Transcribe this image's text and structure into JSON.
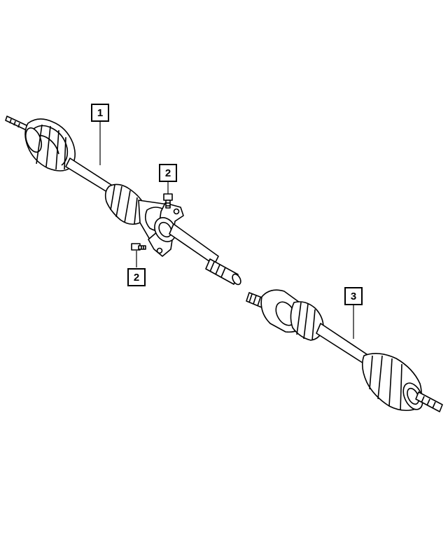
{
  "callouts": [
    {
      "id": "c1",
      "label": "1"
    },
    {
      "id": "c2a",
      "label": "2"
    },
    {
      "id": "c2b",
      "label": "2"
    },
    {
      "id": "c3",
      "label": "3"
    }
  ],
  "colors": {
    "ink": "#000000",
    "paper": "#ffffff"
  }
}
